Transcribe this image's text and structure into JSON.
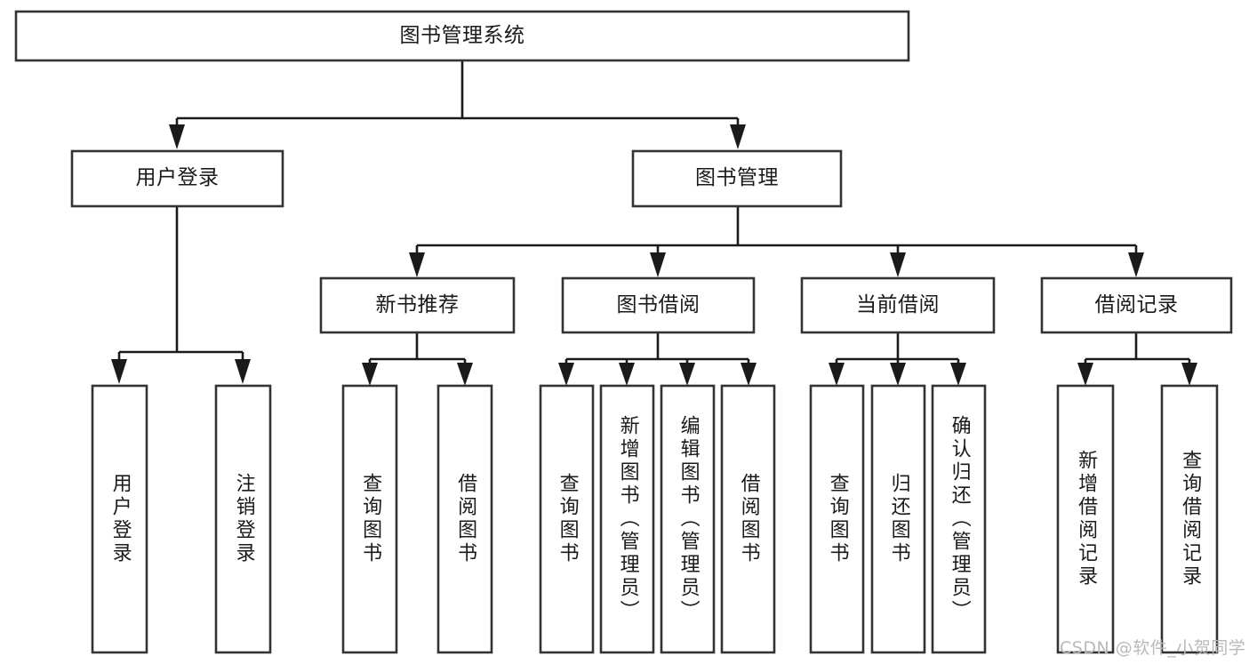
{
  "diagram": {
    "title": "图书管理系统",
    "type": "tree-hierarchy-diagram",
    "colors": {
      "box_stroke": "#333333",
      "box_fill": "#ffffff",
      "connector": "#1a1a1a",
      "text": "#1a1a1a",
      "watermark": "#b9b9b9",
      "background": "#ffffff"
    },
    "root": {
      "label": "图书管理系统"
    },
    "level2": [
      {
        "label": "用户登录"
      },
      {
        "label": "图书管理"
      }
    ],
    "level3": [
      {
        "label": "新书推荐"
      },
      {
        "label": "图书借阅"
      },
      {
        "label": "当前借阅"
      },
      {
        "label": "借阅记录"
      }
    ],
    "leaves": {
      "user_login": [
        {
          "label": "用户登录"
        },
        {
          "label": "注销登录"
        }
      ],
      "new_book_recommend": [
        {
          "label": "查询图书"
        },
        {
          "label": "借阅图书"
        }
      ],
      "book_borrow": [
        {
          "label": "查询图书"
        },
        {
          "label": "新增图书（管理员）"
        },
        {
          "label": "编辑图书（管理员）"
        },
        {
          "label": "借阅图书"
        }
      ],
      "current_borrow": [
        {
          "label": "查询图书"
        },
        {
          "label": "归还图书"
        },
        {
          "label": "确认归还（管理员）"
        }
      ],
      "borrow_record": [
        {
          "label": "新增借阅记录"
        },
        {
          "label": "查询借阅记录"
        }
      ]
    },
    "watermark": "CSDN @软件_小贺同学"
  }
}
